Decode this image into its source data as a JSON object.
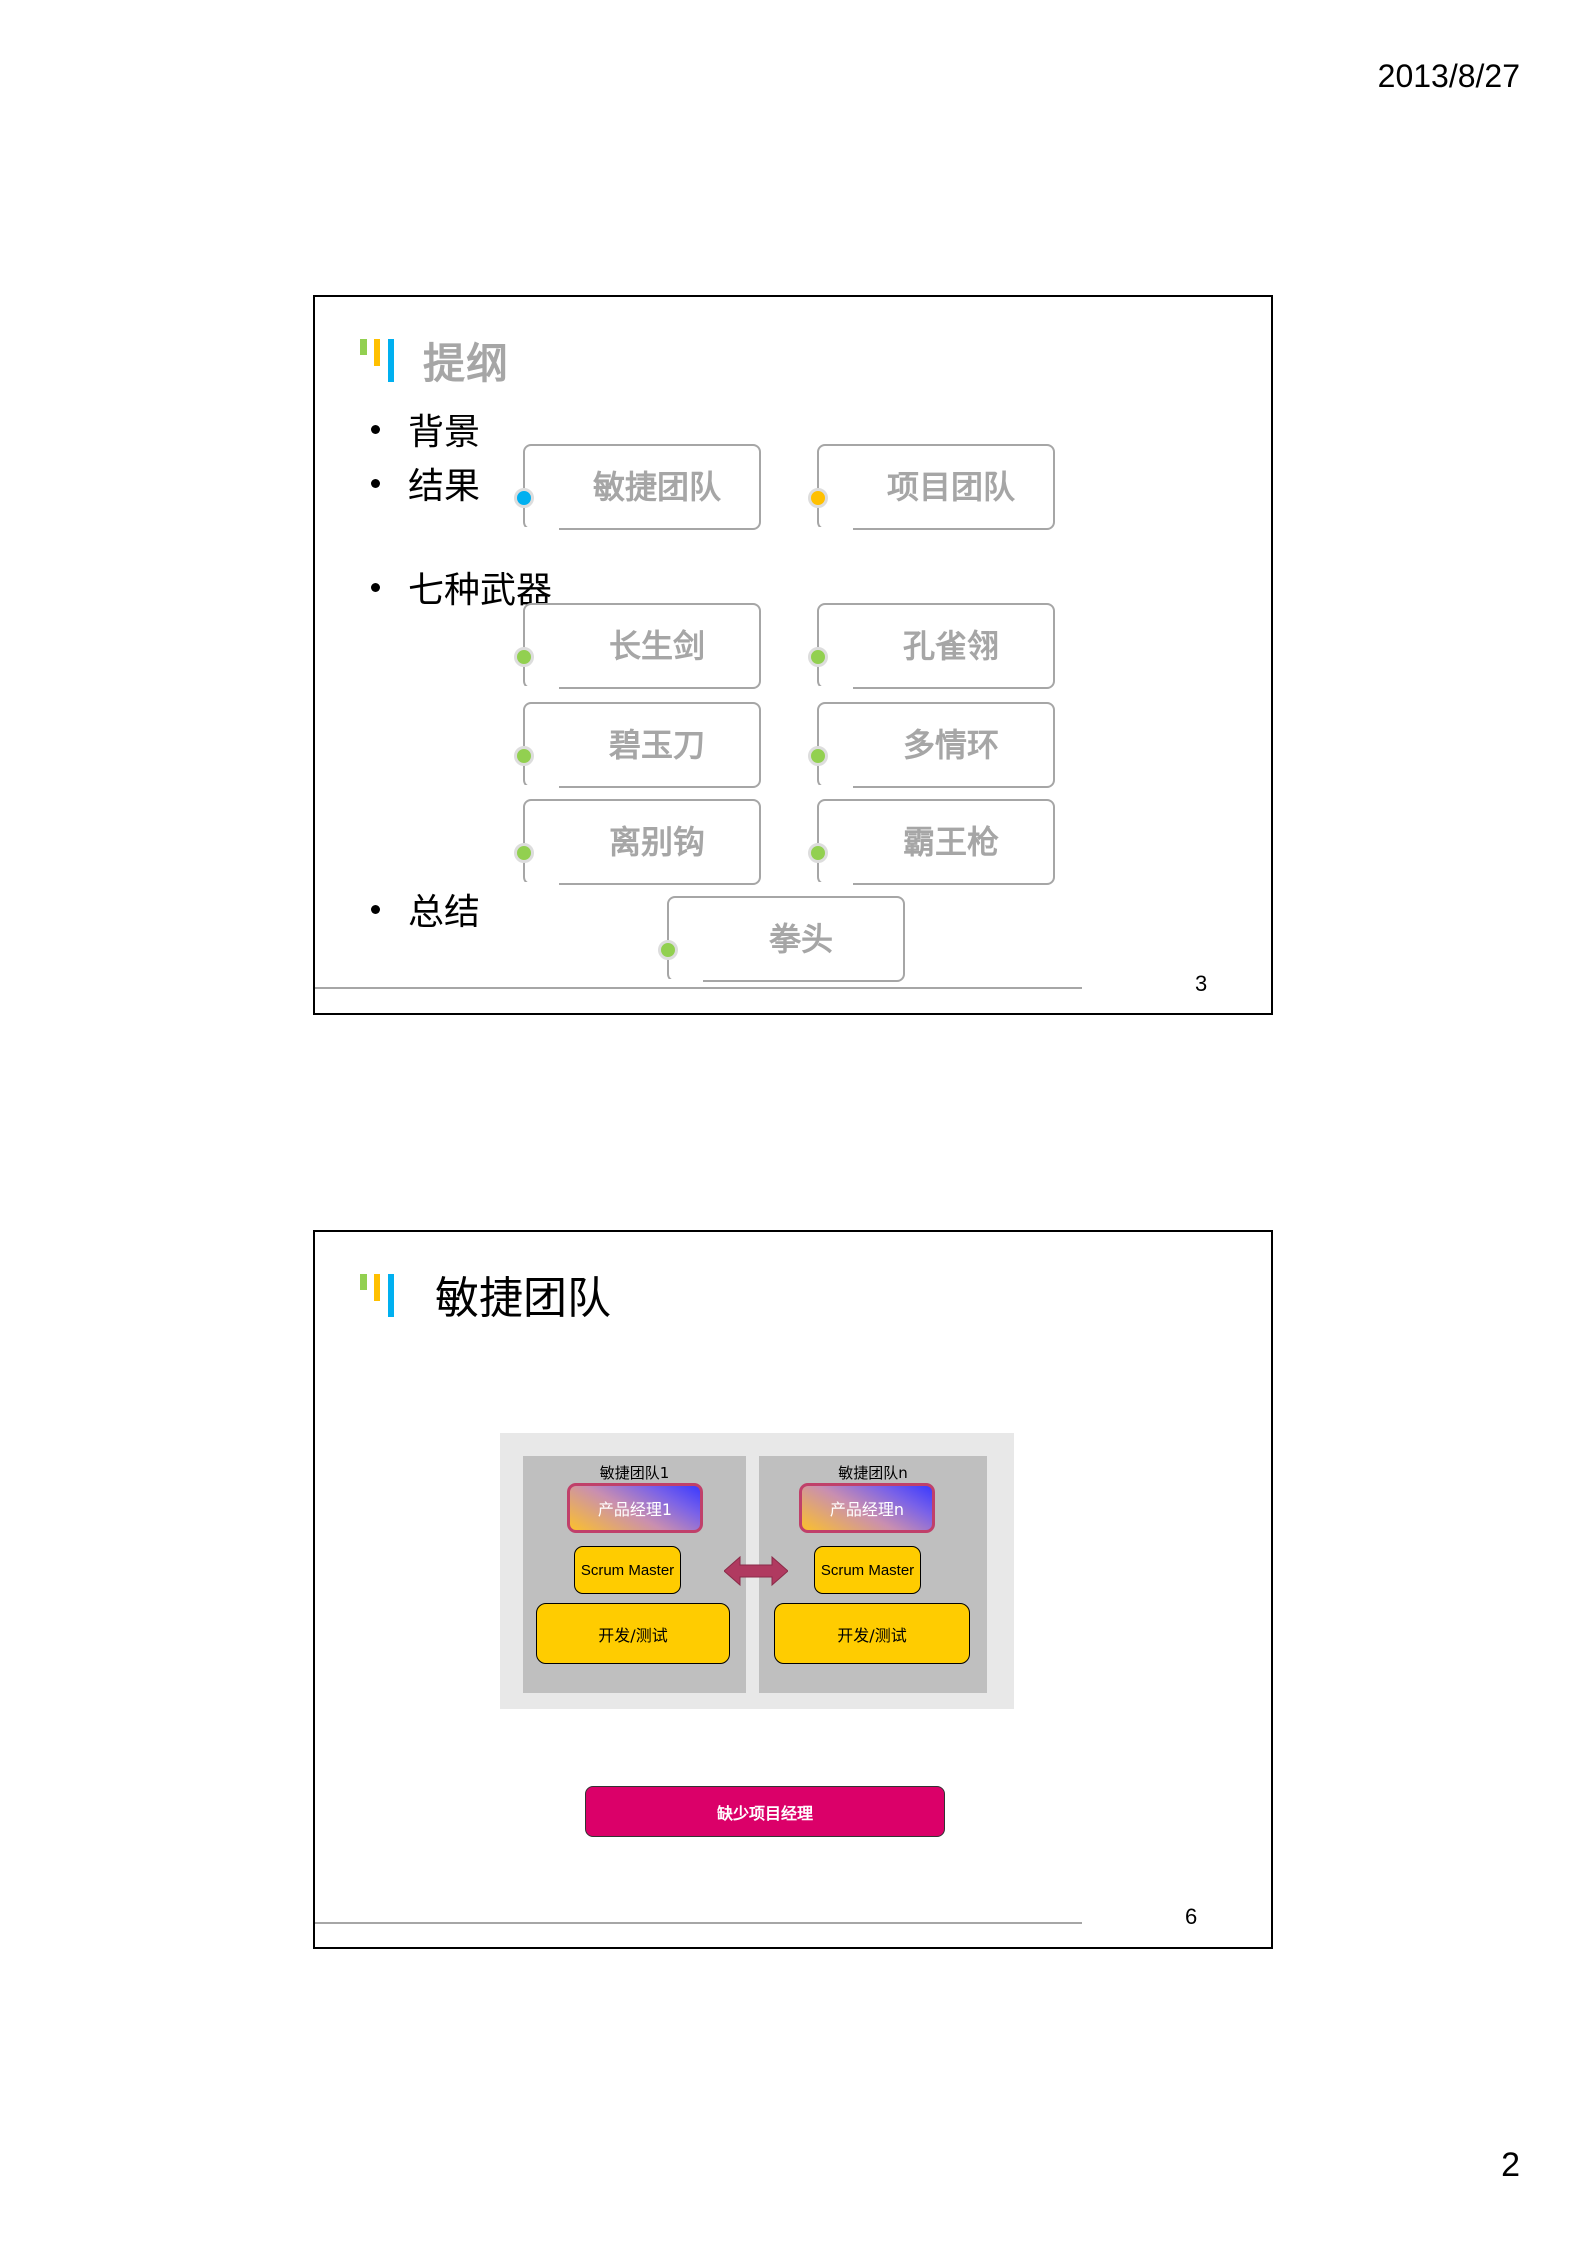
{
  "page": {
    "date": "2013/8/27",
    "page_number": "2"
  },
  "slides": [
    {
      "number": "3",
      "title": "提纲",
      "bullets": [
        "背景",
        "结果",
        "七种武器",
        "总结"
      ],
      "nodes": [
        {
          "label": "敏捷团队",
          "dot_color": "#00B0F0"
        },
        {
          "label": "项目团队",
          "dot_color": "#FFC000"
        },
        {
          "label": "长生剑",
          "dot_color": "#92D050"
        },
        {
          "label": "孔雀翎",
          "dot_color": "#92D050"
        },
        {
          "label": "碧玉刀",
          "dot_color": "#92D050"
        },
        {
          "label": "多情环",
          "dot_color": "#92D050"
        },
        {
          "label": "离别钩",
          "dot_color": "#92D050"
        },
        {
          "label": "霸王枪",
          "dot_color": "#92D050"
        },
        {
          "label": "拳头",
          "dot_color": "#92D050"
        }
      ]
    },
    {
      "number": "6",
      "title": "敏捷团队",
      "diagram": {
        "teams": [
          {
            "title": "敏捷团队1",
            "product_manager": "产品经理1",
            "scrum_master": "Scrum Master",
            "dev_test": "开发/测试"
          },
          {
            "title": "敏捷团队n",
            "product_manager": "产品经理n",
            "scrum_master": "Scrum Master",
            "dev_test": "开发/测试"
          }
        ],
        "arrow_color": "#B03A60"
      },
      "callout": {
        "label": "缺少项目经理",
        "color": "#DB0069"
      }
    }
  ],
  "colors": {
    "logo_green": "#92D050",
    "logo_yellow": "#FFC000",
    "logo_blue": "#00B0F0",
    "node_text": "#A6A6A6",
    "team_box": "#FFCC00"
  }
}
